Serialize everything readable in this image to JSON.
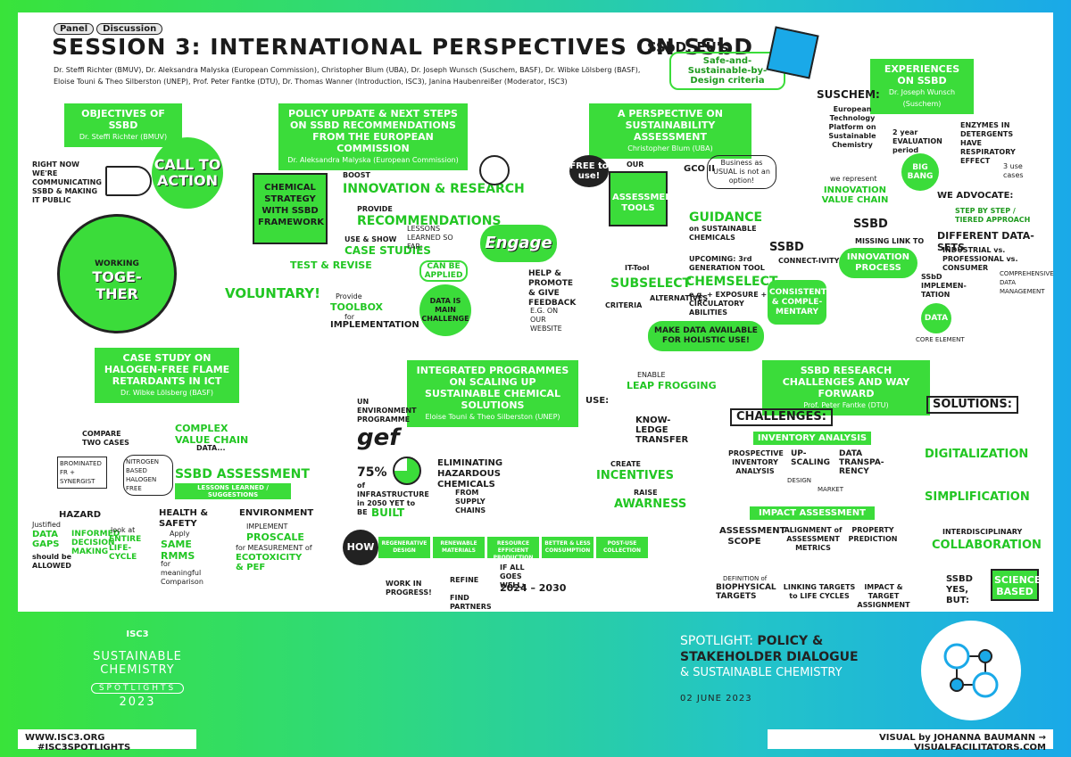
{
  "header": {
    "tags": [
      "Panel",
      "Discussion"
    ],
    "title": "SESSION 3:  INTERNATIONAL PERSPECTIVES ON SSbD",
    "speakers_line1": "Dr. Steffi Richter (BMUV), Dr. Aleksandra Malyska (European Commission), Christopher Blum (UBA), Dr. Joseph Wunsch (Suschem, BASF), Dr. Wibke Lölsberg (BASF),",
    "speakers_line2": "Eloise Touni & Theo Silberston (UNEP), Prof. Peter Fantke (DTU), Dr. Thomas Wanner (Introduction, ISC3), Janina Haubenreißer (Moderator, ISC3)",
    "ssbd_label": "SSbD: EU's",
    "ssbd_def": "Safe-and-Sustainable-by-Design criteria"
  },
  "objectives": {
    "title": "OBJECTIVES OF SSbD",
    "speaker": "Dr. Steffi Richter (BMUV)",
    "notes": "RIGHT NOW WE'RE COMMUNICATING SSbD & MAKING IT PUBLIC",
    "call": "CALL TO ACTION",
    "together_1": "WORKING",
    "together_2": "TOGE-THER"
  },
  "policy": {
    "title": "POLICY UPDATE & NEXT STEPS ON SSbD RECOMMENDATIONS FROM THE EUROPEAN COMMISSION",
    "speaker": "Dr. Aleksandra Malyska (European Commission)",
    "strategy": "CHEMICAL STRATEGY with SSbD FRAMEWORK",
    "boost": "BOOST",
    "innovation": "INNOVATION & RESEARCH",
    "provide": "PROVIDE",
    "recommendations": "RECOMMENDATIONS",
    "use_show": "USE & SHOW",
    "case_studies": "CASE STUDIES",
    "lessons": "LESSONS LEARNED SO FAR:",
    "can_be": "CAN BE APPLIED",
    "test": "TEST & REVISE",
    "voluntary": "VOLUNTARY!",
    "provide2": "Provide",
    "toolbox": "TOOLBOX",
    "for": "for",
    "implementation": "IMPLEMENTATION",
    "data": "DATA IS MAIN CHALLENGE",
    "engage": "Engage",
    "help": "HELP & PROMOTE & GIVE FEEDBACK",
    "website": "e.g. ON OUR WEBSITE"
  },
  "perspective": {
    "title": "A PERSPECTIVE ON SUSTAINABILITY ASSESSMENT",
    "speaker": "Christopher Blum (UBA)",
    "free": "FREE to use!",
    "our": "OUR",
    "tools": "ASSESSMENT TOOLS",
    "gco": "GCO II",
    "bau": "Business as USUAL is not an option!",
    "guidance": "GUIDANCE",
    "guidance_sub": "on SUSTAINABLE CHEMICALS",
    "it": "IT-Tool",
    "subselect": "SUBSELECT",
    "criteria": "CRITERIA",
    "alternatives": "ALTERNATIVES",
    "upcoming": "UPCOMING: 3rd GENERATION TOOL",
    "chemselect": "CHEMSELECT",
    "exposure": "e.g. + EXPOSURE + CIRCULATORY ABILITIES",
    "ssbd": "SSbD",
    "connect": "CONNECT-IVITY",
    "consistent": "CONSISTENT & COMPLE-MENTARY",
    "make_data": "MAKE DATA AVAILABLE for holistic use!"
  },
  "experiences": {
    "title": "EXPERIENCES ON SSbD",
    "speaker": "Dr. Joseph Wunsch (Suschem)",
    "suschem": "SUSCHEM:",
    "platform": "European Technology Platform on Sustainable Chemistry",
    "represent": "we represent",
    "ivc": "INNOVATION VALUE CHAIN",
    "eval": "2 year EVALUATION period",
    "bigbang": "BIG BANG",
    "enzymes": "ENZYMES in DETERGENTS have RESPIRATORY EFFECT",
    "cases": "3 use cases",
    "advocate": "WE ADVOCATE:",
    "step": "STEP by STEP / TIERED APPROACH",
    "ssbd": "SSbD",
    "missing": "MISSING LINK to",
    "process": "INNOVATION PROCESS",
    "datasets": "DIFFERENT DATA-SETS",
    "industrial": "INDUSTRIAL vs. PROFESSIONAL vs. CONSUMER",
    "comp": "COMPREHENSIVE DATA MANAGEMENT",
    "impl": "SSbD IMPLEMEN-TATION",
    "data": "DATA",
    "core": "CORE ELEMENT"
  },
  "halogen": {
    "title": "CASE STUDY ON HALOGEN-FREE FLAME RETARDANTS IN ICT",
    "speaker": "Dr. Wibke Lölsberg (BASF)",
    "compare": "COMPARE TWO CASES",
    "complex": "COMPLEX VALUE CHAIN",
    "data": "DATA...",
    "brominated": "BROMINATED FR + SYNERGIST",
    "nitrogen": "NITROGEN BASED HALOGEN FREE",
    "assessment": "SSbD ASSESSMENT",
    "lessons": "LESSONS LEARNED / SUGGESTIONS",
    "hazard": "HAZARD",
    "justified": "Justified",
    "gaps": "DATA GAPS",
    "allowed": "should be ALLOWED",
    "informed": "INFORMED DECISION MAKING",
    "lookat": "look at",
    "lifecycle": "ENTIRE LIFE-CYCLE",
    "hs": "HEALTH & SAFETY",
    "apply": "Apply",
    "rmms": "SAME RMMs",
    "meaningful": "for meaningful Comparison",
    "env": "ENVIRONMENT",
    "implement": "IMPLEMENT",
    "proscale": "PROSCALE",
    "measure": "for MEASUREMENT of",
    "eco": "ECOTOXICITY & PEF"
  },
  "integrated": {
    "title": "INTEGRATED PROGRAMMES ON SCALING UP SUSTAINABLE CHEMICAL SOLUTIONS",
    "speaker": "Eloise Touni & Theo Silberston (UNEP)",
    "unep": "UN ENVIRONMENT PROGRAMME",
    "gef": "gef",
    "pct": "75%",
    "infra": "of INFRASTRUCTURE in 2050 YET to BE",
    "built": "BUILT",
    "eliminating": "ELIMINATING HAZARDOUS CHEMICALS",
    "from": "FROM SUPPLY CHAINS",
    "use": "USE:",
    "enable": "ENABLE",
    "leap": "LEAP FROGGING",
    "know": "KNOW-LEDGE TRANSFER",
    "create": "CREATE",
    "incentives": "INCENTIVES",
    "raise": "RAISE",
    "awareness": "AWARNESS",
    "how": "HOW",
    "steps": [
      "REGENERATIVE DESIGN",
      "RENEWABLE MATERIALS",
      "RESOURCE EFFICIENT PRODUCTION",
      "BETTER & LESS CONSUMPTION",
      "POST-USE COLLECTION"
    ],
    "wip": "WORK IN PROGRESS!",
    "refine": "REFINE",
    "find": "FIND PARTNERS",
    "goes": "IF ALL GOES WELL:",
    "years": "2024 – 2030"
  },
  "research": {
    "title": "SSbD RESEARCH CHALLENGES AND WAY FORWARD",
    "speaker": "Prof. Peter Fantke (DTU)",
    "challenges": "CHALLENGES:",
    "solutions": "SOLUTIONS:",
    "inventory": "INVENTORY ANALYSIS",
    "prospective": "PROSPECTIVE INVENTORY ANALYSIS",
    "upscaling": "UP-SCALING",
    "design": "DESIGN",
    "market": "MARKET",
    "transparency": "DATA TRANSPA-RENCY",
    "impact": "IMPACT ASSESSMENT",
    "scope": "ASSESSMENT SCOPE",
    "alignment": "ALIGNMENT of ASSESSMENT METRICS",
    "prediction": "PROPERTY PREDICTION",
    "definition": "DEFINITION of",
    "bio": "BIOPHYSICAL TARGETS",
    "linking": "LINKING TARGETS to LIFE CYCLES",
    "impact_target": "IMPACT & TARGET ASSIGNMENT",
    "digital": "DIGITALIZATION",
    "simple": "SIMPLIFICATION",
    "inter": "INTERDISCIPLINARY",
    "collab": "COLLABORATION",
    "yes": "SSbD YES, BUT:",
    "science": "SCIENCE-BASED"
  },
  "bottom": {
    "isc": "ISC3",
    "sc1": "SUSTAINABLE",
    "sc2": "CHEMISTRY",
    "spot": "SPOTLIGHTS",
    "year": "2023",
    "spotlight_1": "SPOTLIGHT:",
    "spotlight_2": "POLICY &",
    "spotlight_3": "STAKEHOLDER DIALOGUE",
    "spotlight_4": "& SUSTAINABLE CHEMISTRY",
    "date": "02 JUNE 2023",
    "url": "WWW.ISC3.ORG",
    "hashtag": "#ISC3SPOTLIGHTS",
    "credit": "VISUAL by JOHANNA BAUMANN → VISUALFACILITATORS.COM"
  }
}
